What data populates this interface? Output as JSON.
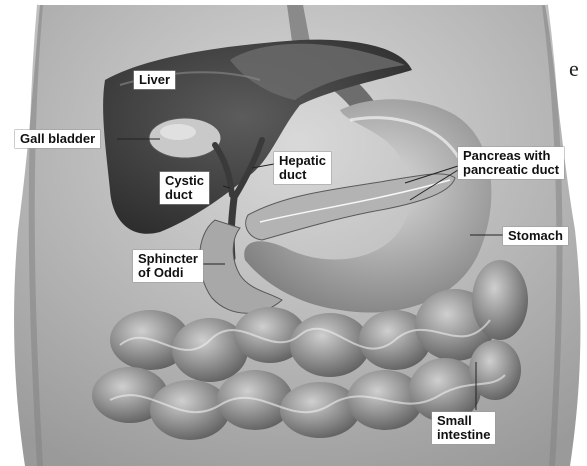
{
  "figure": {
    "stray_text": "e",
    "labels": {
      "liver": "Liver",
      "gall_bladder": "Gall bladder",
      "hepatic_duct": [
        "Hepatic",
        "duct"
      ],
      "cystic_duct": [
        "Cystic",
        "duct"
      ],
      "pancreas": [
        "Pancreas with",
        "pancreatic duct"
      ],
      "stomach": "Stomach",
      "sphincter": [
        "Sphincter",
        "of Oddi"
      ],
      "small_intestine": [
        "Small",
        "intestine"
      ]
    }
  }
}
